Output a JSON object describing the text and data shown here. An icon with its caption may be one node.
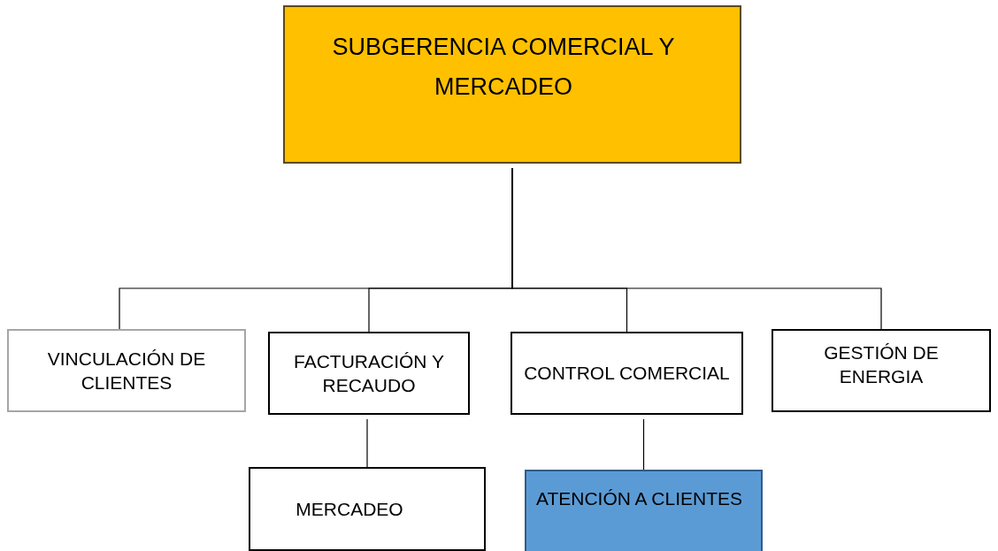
{
  "diagram": {
    "nodes": [
      {
        "text": [
          "SUBGERENCIA COMERCIAL Y MERCADEO"
        ]
      },
      {
        "text": [
          "VINCULACIÓN DE CLIENTES"
        ]
      },
      {
        "text": [
          "FACTURACIÓN Y RECAUDO"
        ]
      },
      {
        "text": [
          "CONTROL COMERCIAL"
        ]
      },
      {
        "text": [
          "GESTIÓN DE ENERGIA"
        ]
      },
      {
        "text": [
          "MERCADEO"
        ]
      },
      {
        "text": [
          "ATENCIÓN A CLIENTES"
        ]
      }
    ],
    "edges": [
      {
        "from": 0,
        "to": 1,
        "arrow": "none"
      },
      {
        "from": 0,
        "to": 2,
        "arrow": "none"
      },
      {
        "from": 0,
        "to": 3,
        "arrow": "none"
      },
      {
        "from": 0,
        "to": 4,
        "arrow": "none"
      },
      {
        "from": 2,
        "to": 5,
        "arrow": "none"
      },
      {
        "from": 3,
        "to": 6,
        "arrow": "none"
      }
    ]
  }
}
